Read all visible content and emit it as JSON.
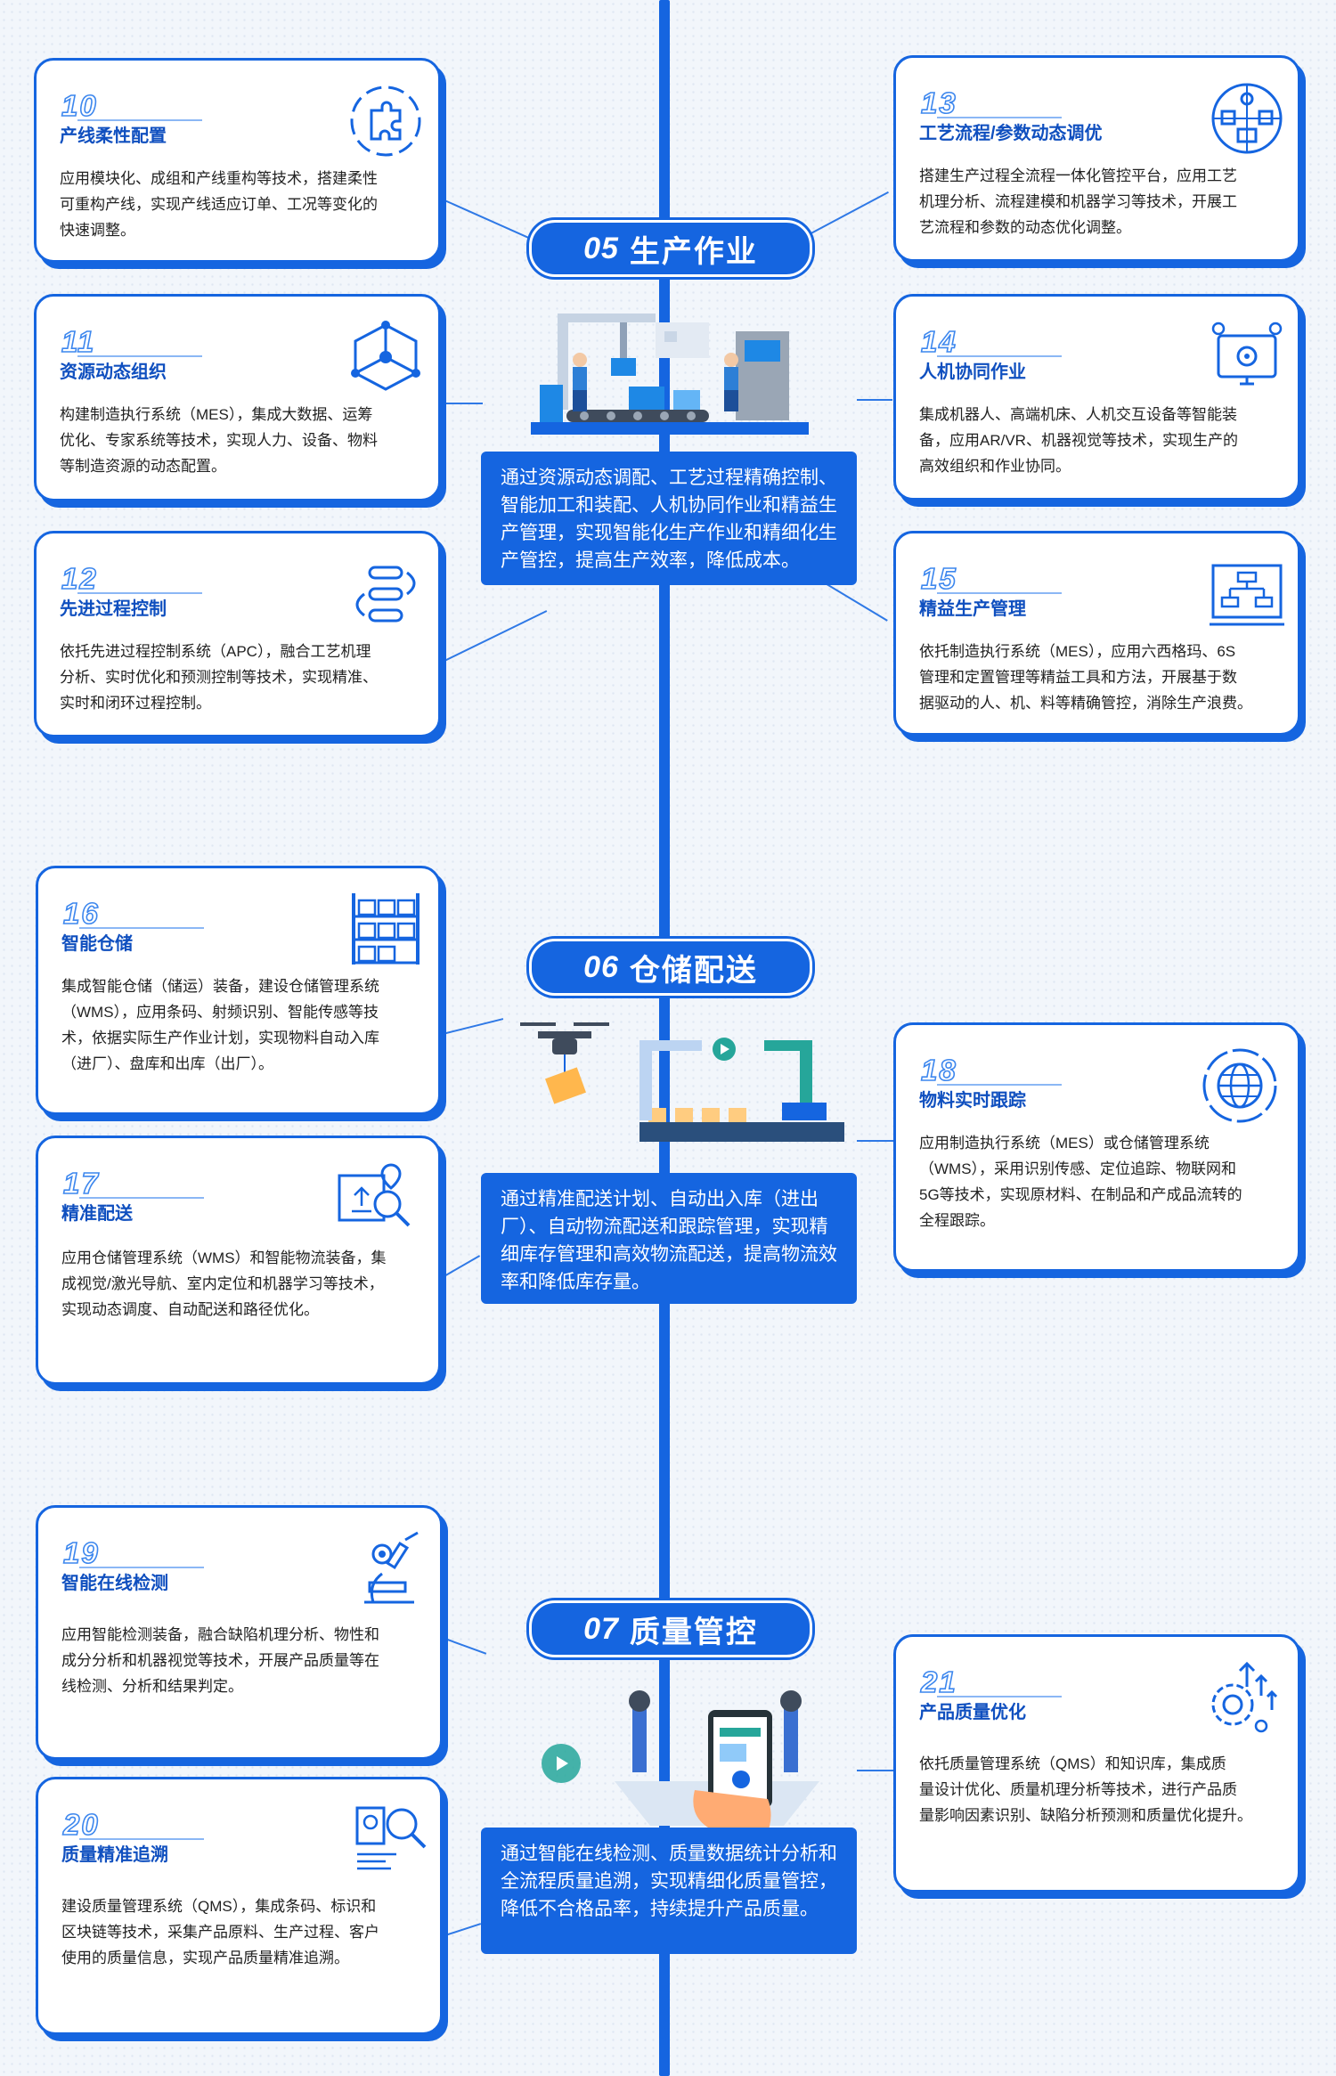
{
  "colors": {
    "primary": "#1565e0",
    "accent": "#ffb74d",
    "text": "#222222"
  },
  "sections": [
    {
      "num": "05",
      "title": "生产作业",
      "summary": "通过资源动态调配、工艺过程精确控制、智能加工和装配、人机协同作业和精益生产管理，实现智能化生产作业和精细化生产管控，提高生产效率，降低成本。",
      "illustration": "factory-workers-illustration"
    },
    {
      "num": "06",
      "title": "仓储配送",
      "summary": "通过精准配送计划、自动出入库（进出厂）、自动物流配送和跟踪管理，实现精细库存管理和高效物流配送，提高物流效率和降低库存量。",
      "illustration": "drone-robot-arm-illustration"
    },
    {
      "num": "07",
      "title": "质量管控",
      "summary": "通过智能在线检测、质量数据统计分析和全流程质量追溯，实现精细化质量管控，降低不合格品率，持续提升产品质量。",
      "illustration": "phone-robot-quality-illustration"
    }
  ],
  "cards": [
    {
      "num": "10",
      "title": "产线柔性配置",
      "icon": "puzzle-icon",
      "lines": [
        "应用模块化、成组和产线重构等技术，搭建柔性",
        "可重构产线，实现产线适应订单、工况等变化的",
        "快速调整。"
      ]
    },
    {
      "num": "11",
      "title": "资源动态组织",
      "icon": "network-cube-icon",
      "lines": [
        "构建制造执行系统（MES），集成大数据、运筹",
        "优化、专家系统等技术，实现人力、设备、物料",
        "等制造资源的动态配置。"
      ]
    },
    {
      "num": "12",
      "title": "先进过程控制",
      "icon": "process-flow-icon",
      "lines": [
        "依托先进过程控制系统（APC），融合工艺机理",
        "分析、实时优化和预测控制等技术，实现精准、",
        "实时和闭环过程控制。"
      ]
    },
    {
      "num": "13",
      "title": "工艺流程/参数动态调优",
      "icon": "process-circle-icon",
      "lines": [
        "搭建生产过程全流程一体化管控平台，应用工艺",
        "机理分析、流程建模和机器学习等技术，开展工",
        "艺流程和参数的动态优化调整。"
      ]
    },
    {
      "num": "14",
      "title": "人机协同作业",
      "icon": "human-machine-icon",
      "lines": [
        "集成机器人、高端机床、人机交互设备等智能装",
        "备，应用AR/VR、机器视觉等技术，实现生产的",
        "高效组织和作业协同。"
      ]
    },
    {
      "num": "15",
      "title": "精益生产管理",
      "icon": "org-chart-icon",
      "lines": [
        "依托制造执行系统（MES），应用六西格玛、6S",
        "管理和定置管理等精益工具和方法，开展基于数",
        "据驱动的人、机、料等精确管控，消除生产浪费。"
      ]
    },
    {
      "num": "16",
      "title": "智能仓储",
      "icon": "shelf-icon",
      "lines": [
        "集成智能仓储（储运）装备，建设仓储管理系统",
        "（WMS），应用条码、射频识别、智能传感等技",
        "术，依据实际生产作业计划，实现物料自动入库",
        "（进厂）、盘库和出库（出厂）。"
      ]
    },
    {
      "num": "17",
      "title": "精准配送",
      "icon": "package-location-icon",
      "lines": [
        "应用仓储管理系统（WMS）和智能物流装备，集",
        "成视觉/激光导航、室内定位和机器学习等技术，",
        "实现动态调度、自动配送和路径优化。"
      ]
    },
    {
      "num": "18",
      "title": "物料实时跟踪",
      "icon": "globe-icon",
      "lines": [
        "应用制造执行系统（MES）或仓储管理系统",
        "（WMS），采用识别传感、定位追踪、物联网和",
        "5G等技术，实现原材料、在制品和产成品流转的",
        "全程跟踪。"
      ]
    },
    {
      "num": "19",
      "title": "智能在线检测",
      "icon": "microscope-icon",
      "lines": [
        "应用智能检测装备，融合缺陷机理分析、物性和",
        "成分分析和机器视觉等技术，开展产品质量等在",
        "线检测、分析和结果判定。"
      ]
    },
    {
      "num": "20",
      "title": "质量精准追溯",
      "icon": "trace-search-icon",
      "lines": [
        "建设质量管理系统（QMS），集成条码、标识和",
        "区块链等技术，采集产品原料、生产过程、客户",
        "使用的质量信息，实现产品质量精准追溯。"
      ]
    },
    {
      "num": "21",
      "title": "产品质量优化",
      "icon": "gear-growth-icon",
      "lines": [
        "依托质量管理系统（QMS）和知识库，集成质",
        "量设计优化、质量机理分析等技术，进行产品质",
        "量影响因素识别、缺陷分析预测和质量优化提升。"
      ]
    }
  ]
}
